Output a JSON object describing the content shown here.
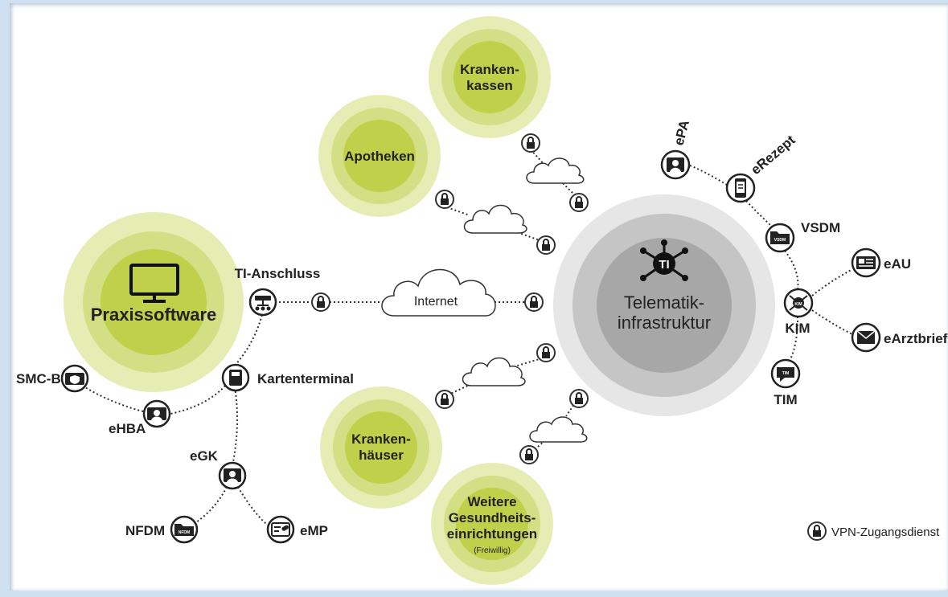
{
  "praxissoftware": "Praxissoftware",
  "telematik": {
    "line1": "Telematik-",
    "line2": "infrastruktur",
    "logo": "TI"
  },
  "internet": "Internet",
  "ti_anschluss": "TI-Anschluss",
  "kartenterminal": "Kartenterminal",
  "smcb": "SMC-B",
  "ehba": "eHBA",
  "egk": "eGK",
  "nfdm": "NFDM",
  "emp": "eMP",
  "krankenkassen": {
    "line1": "Kranken-",
    "line2": "kassen"
  },
  "apotheken": "Apotheken",
  "krankenhaeuser": {
    "line1": "Kranken-",
    "line2": "häuser"
  },
  "weitere": {
    "line1": "Weitere",
    "line2": "Gesundheits-",
    "line3": "einrichtungen",
    "note": "(Freiwillig)"
  },
  "epa": "ePA",
  "erezept": "eRezept",
  "vsdm": "VSDM",
  "kim": "KIM",
  "tim": "TIM",
  "eau": "eAU",
  "earztbrief": "eArztbrief",
  "legend": {
    "vpn": "VPN-Zugangsdienst"
  },
  "icons": {
    "vsdm_badge": "VSDM",
    "nfdm_badge": "NFDM",
    "tim_badge": "TIM",
    "kim_badge": "KIM"
  },
  "colors": {
    "green_light": "#e6edb4",
    "green_mid": "#d3df84",
    "green_dark": "#c0d04a",
    "ti_outer": "#e6e6e6",
    "ti_mid": "#c5c5c5",
    "ti_inner": "#a7a7a7"
  }
}
